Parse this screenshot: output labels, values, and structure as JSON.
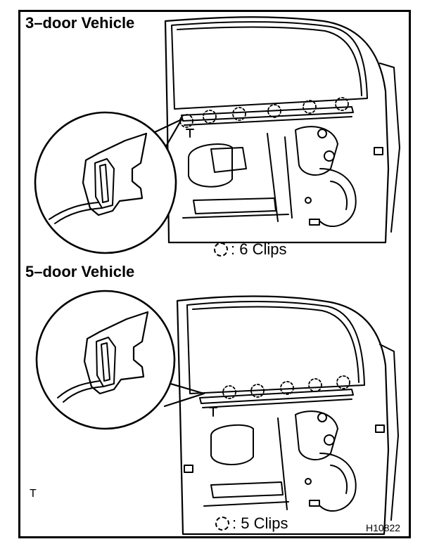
{
  "sections": [
    {
      "title": "3–door Vehicle",
      "legend": ": 6 Clips"
    },
    {
      "title": "5–door Vehicle",
      "legend": ": 5 Clips"
    }
  ],
  "corner_mark": "T",
  "figure_code": "H10822"
}
